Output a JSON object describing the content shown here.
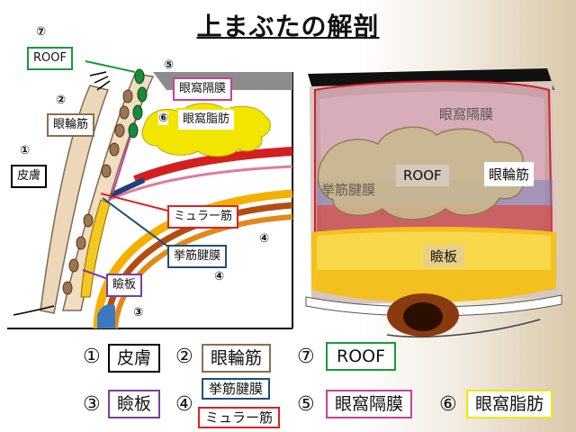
{
  "title": "上まぶたの解剖",
  "left_diagram": {
    "labels": {
      "roof": "ROOF",
      "orbital_septum": "眼窩隔膜",
      "orbital_fat": "眼窩脂肪",
      "orbicularis": "眼輪筋",
      "skin": "皮膚",
      "muller": "ミュラー筋",
      "levator_aponeurosis": "挙筋腱膜",
      "tarsus": "瞼板"
    },
    "numbers": {
      "n7": "⑦",
      "n5": "⑤",
      "n2": "②",
      "n6": "⑥",
      "n1": "①",
      "n4a": "④",
      "n4b": "④",
      "n3": "③"
    }
  },
  "right_diagram": {
    "labels": {
      "orbital_septum": "眼窩隔膜",
      "roof": "ROOF",
      "orbicularis": "眼輪筋",
      "levator_aponeurosis": "挙筋腱膜",
      "tarsus": "瞼板"
    }
  },
  "legend": [
    {
      "num": "①",
      "label": "皮膚",
      "color": "#000000"
    },
    {
      "num": "②",
      "label": "眼輪筋",
      "color": "#8b6f4e"
    },
    {
      "num": "⑦",
      "label": "ROOF",
      "color": "#1a9a3a"
    },
    {
      "num": "③",
      "label": "瞼板",
      "color": "#7a3fa0"
    },
    {
      "num": "④",
      "label_top": "挙筋腱膜",
      "label_bottom": "ミュラー筋",
      "color_top": "#1f4e79",
      "color_bottom": "#e02020"
    },
    {
      "num": "⑤",
      "label": "眼窩隔膜",
      "color": "#c8409a"
    },
    {
      "num": "⑥",
      "label": "眼窩脂肪",
      "color": "#f2e600"
    }
  ]
}
